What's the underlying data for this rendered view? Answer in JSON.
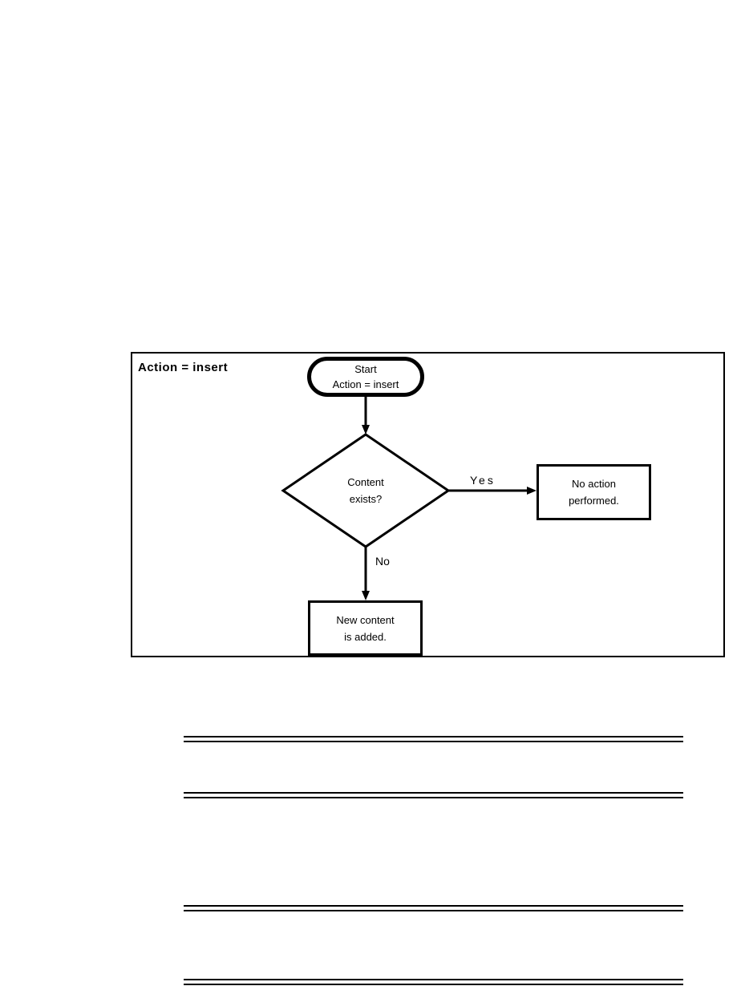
{
  "flowchart": {
    "title": "Action = insert",
    "nodes": {
      "start": {
        "type": "terminator",
        "lines": [
          "Start",
          "Action = insert"
        ]
      },
      "decision": {
        "type": "decision",
        "lines": [
          "Content",
          "exists?"
        ]
      },
      "no_action": {
        "type": "process",
        "lines": [
          "No action",
          "performed."
        ]
      },
      "new_content": {
        "type": "process",
        "lines": [
          "New content",
          "is added."
        ]
      }
    },
    "edges": {
      "start_to_decision": {
        "from": "start",
        "to": "decision",
        "label": ""
      },
      "yes": {
        "from": "decision",
        "to": "no_action",
        "label": "Yes"
      },
      "no": {
        "from": "decision",
        "to": "new_content",
        "label": "No"
      }
    },
    "colors": {
      "stroke": "#000000",
      "fill": "#ffffff"
    }
  }
}
